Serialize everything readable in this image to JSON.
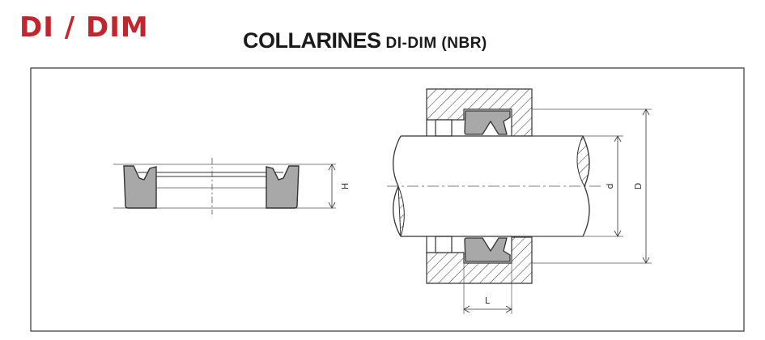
{
  "brand": {
    "code": "DI / DIM",
    "color": "#c0262d"
  },
  "title": {
    "main": "COLLARINES",
    "sub": "DI-DIM (NBR)"
  },
  "diagram": {
    "seal_fill": "#a8a8a8",
    "line_color": "#333333",
    "labels": {
      "height": "H",
      "inner_diameter": "d",
      "outer_diameter": "D",
      "length": "L"
    }
  }
}
